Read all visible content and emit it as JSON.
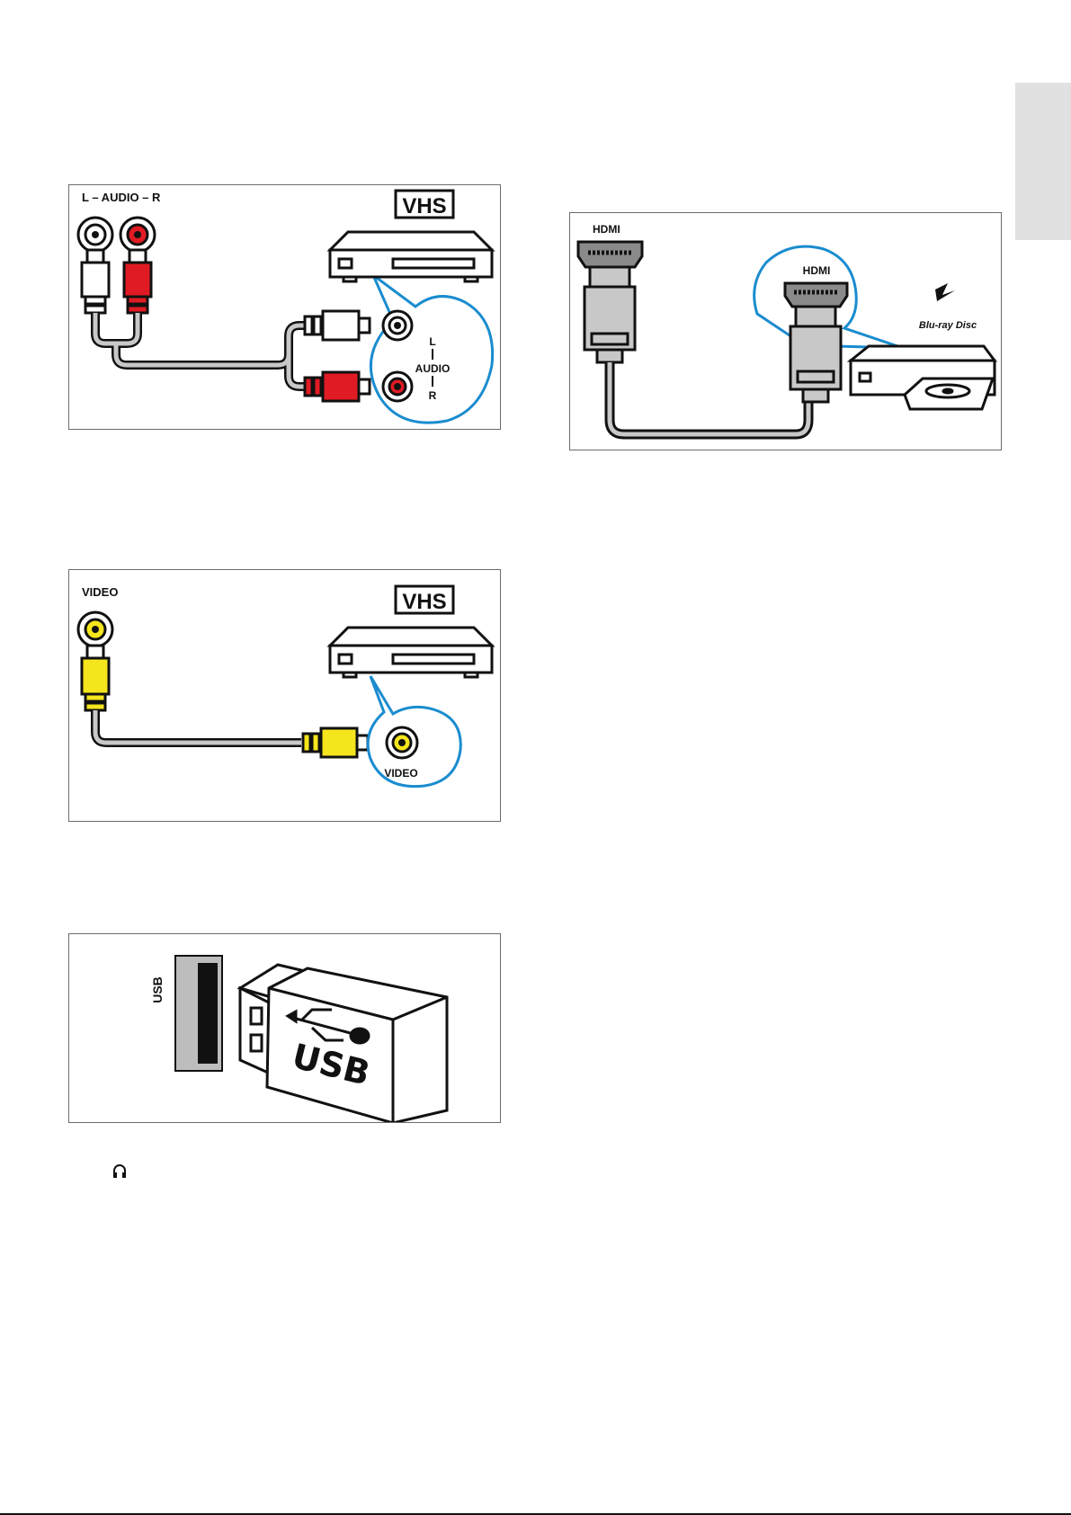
{
  "panels": {
    "audio": {
      "top_label": "L – AUDIO – R",
      "brand": "VHS",
      "port_l": "L",
      "port_audio": "AUDIO",
      "port_r": "R"
    },
    "video": {
      "top_label": "VIDEO",
      "brand": "VHS",
      "port_label": "VIDEO"
    },
    "usb": {
      "port_label": "USB",
      "stick_label": "USB"
    },
    "hdmi": {
      "left_label": "HDMI",
      "right_label": "HDMI",
      "brand": "Blu-ray Disc"
    }
  },
  "colors": {
    "accent_blue": "#1a8ccf",
    "cable_red": "#e01b24",
    "cable_yellow": "#f5e51c",
    "cable_grey": "#c8c8c8",
    "side_tab": "#e1e1e1"
  }
}
